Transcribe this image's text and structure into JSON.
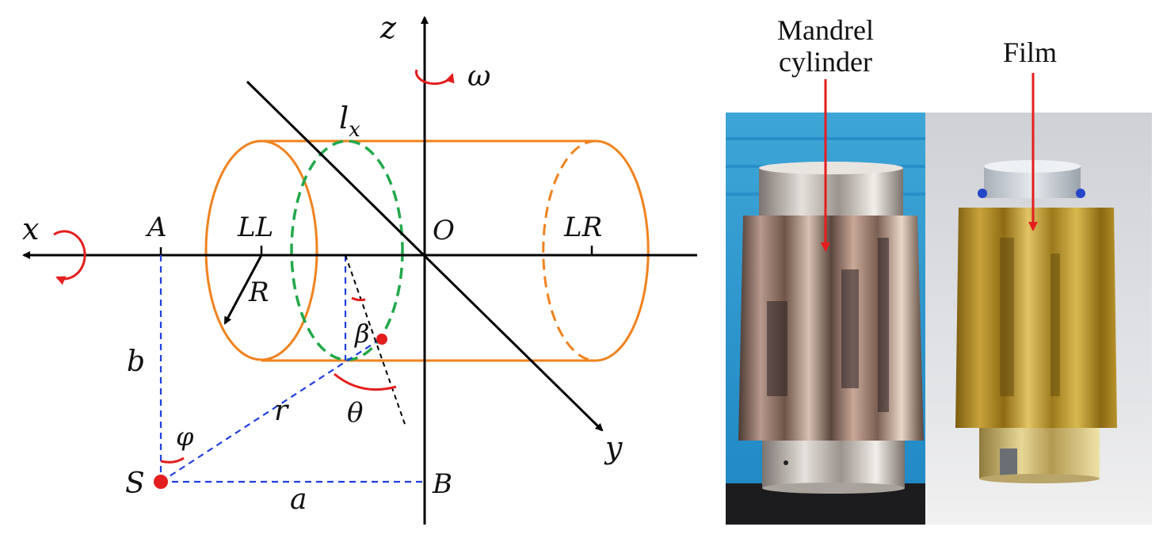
{
  "diagram": {
    "labels": {
      "z": "z",
      "omega": "ω",
      "lx_main": "l",
      "lx_sub": "x",
      "x": "x",
      "A": "A",
      "LL": "LL",
      "O": "O",
      "LR": "LR",
      "R": "R",
      "beta": "β",
      "b": "b",
      "r": "r",
      "theta": "θ",
      "phi": "φ",
      "y": "y",
      "S": "S",
      "a": "a",
      "B": "B"
    },
    "colors": {
      "axis": "#000000",
      "cylinder": "#f0821e",
      "ring": "#22a84a",
      "dashed_guides": "#1f3fe0",
      "accent": "#e41e1e"
    }
  },
  "photos": {
    "left_label_line1": "Mandrel",
    "left_label_line2": "cylinder",
    "right_label": "Film"
  }
}
